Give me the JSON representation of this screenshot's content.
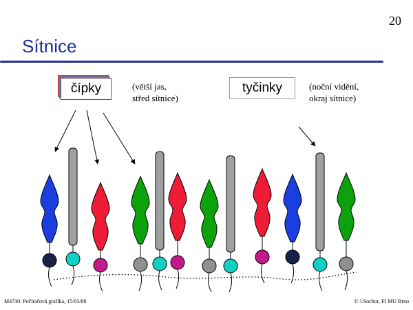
{
  "page": {
    "number": "20",
    "title": "Sítnice"
  },
  "labels": {
    "cones": "čípky",
    "cones_note": [
      "(větší jas,",
      "střed sítnice)"
    ],
    "rods": "tyčinky",
    "rods_note": [
      "(noční vidění,",
      "okraj sítnice)"
    ]
  },
  "footer": {
    "left": "M4730: Počítačová grafika, 15/03/00",
    "right": "© J.Sochor, FI MU Brno"
  },
  "colors": {
    "title": "#1e2d96",
    "rod_body": "#a0a0a0",
    "cone_blue": "#1a3ee0",
    "cone_red": "#ee1c34",
    "cone_green": "#0ba20b",
    "bead_navy": "#18204a",
    "bead_cyan": "#12cfc4",
    "bead_magenta": "#c5188a",
    "bead_gray": "#909090"
  },
  "cells": [
    {
      "type": "cone",
      "color": "cone_blue",
      "bead": "bead_navy"
    },
    {
      "type": "rod",
      "color": "rod_body",
      "bead": "bead_cyan"
    },
    {
      "type": "cone",
      "color": "cone_red",
      "bead": "bead_magenta"
    },
    {
      "type": "cone",
      "color": "cone_green",
      "bead": "bead_gray"
    },
    {
      "type": "rod",
      "color": "rod_body",
      "bead": "bead_cyan"
    },
    {
      "type": "cone",
      "color": "cone_red",
      "bead": "bead_magenta"
    },
    {
      "type": "cone",
      "color": "cone_green",
      "bead": "bead_gray"
    },
    {
      "type": "rod",
      "color": "rod_body",
      "bead": "bead_cyan"
    },
    {
      "type": "cone",
      "color": "cone_red",
      "bead": "bead_magenta"
    },
    {
      "type": "cone",
      "color": "cone_blue",
      "bead": "bead_navy"
    },
    {
      "type": "rod",
      "color": "rod_body",
      "bead": "bead_cyan"
    },
    {
      "type": "cone",
      "color": "cone_green",
      "bead": "bead_gray"
    }
  ]
}
